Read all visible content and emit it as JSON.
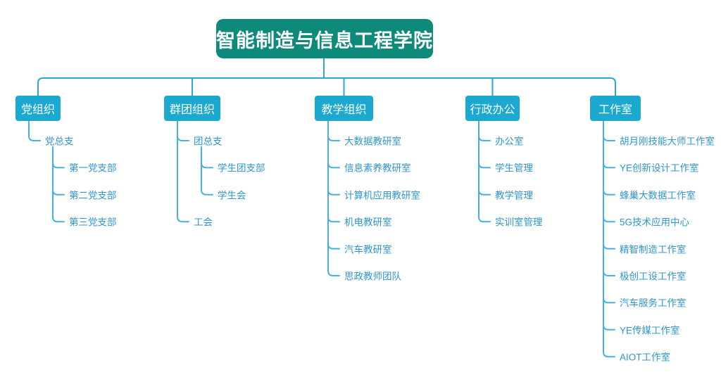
{
  "diagram": {
    "root": {
      "label": "智能制造与信息工程学院"
    },
    "branches": [
      {
        "label": "党组织",
        "children": [
          {
            "label": "党总支",
            "children": [
              {
                "label": "第一党支部"
              },
              {
                "label": "第二党支部"
              },
              {
                "label": "第三党支部"
              }
            ]
          }
        ]
      },
      {
        "label": "群团组织",
        "children": [
          {
            "label": "团总支",
            "children": [
              {
                "label": "学生团支部"
              },
              {
                "label": "学生会"
              }
            ]
          },
          {
            "label": "工会"
          }
        ]
      },
      {
        "label": "教学组织",
        "children": [
          {
            "label": "大数据教研室"
          },
          {
            "label": "信息素养教研室"
          },
          {
            "label": "计算机应用教研室"
          },
          {
            "label": "机电教研室"
          },
          {
            "label": "汽车教研室"
          },
          {
            "label": "思政教师团队"
          }
        ]
      },
      {
        "label": "行政办公",
        "children": [
          {
            "label": "办公室"
          },
          {
            "label": "学生管理"
          },
          {
            "label": "教学管理"
          },
          {
            "label": "实训室管理"
          }
        ]
      },
      {
        "label": "工作室",
        "children": [
          {
            "label": "胡月刚技能大师工作室"
          },
          {
            "label": "YE创新设计工作室"
          },
          {
            "label": "蜂巢大数据工作室"
          },
          {
            "label": "5G技术应用中心"
          },
          {
            "label": "精智制造工作室"
          },
          {
            "label": "极创工设工作室"
          },
          {
            "label": "汽车服务工作室"
          },
          {
            "label": "YE传媒工作室"
          },
          {
            "label": "AIOT工作室"
          }
        ]
      }
    ],
    "colors": {
      "background": "#FFFFFF",
      "root_fill": "#0E8A7B",
      "branch_fill": "#1CA9CF",
      "connector": "#29A9D4",
      "elbow": "#46B1E0",
      "label_text": "#2E96CC",
      "box_text": "#FFFFFF"
    }
  }
}
